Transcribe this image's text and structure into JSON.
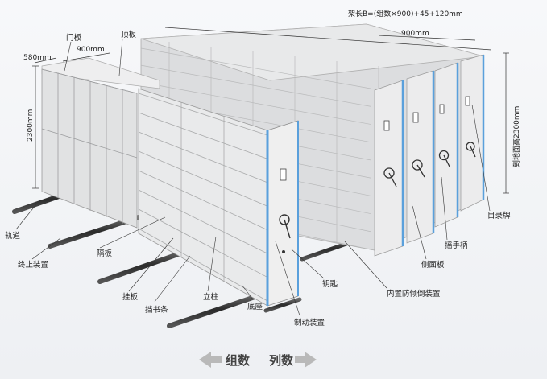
{
  "dimensions": {
    "depth": "580mm",
    "unit_width": "900mm",
    "width_right": "900mm",
    "height_left": "2300mm",
    "formula": "架长B=(组数×900)+45+120mm",
    "height_right": "到地面高2300mm"
  },
  "labels": {
    "door_panel": "门板",
    "top_panel": "顶板",
    "track": "轨道",
    "stop_device": "终止装置",
    "partition": "隔板",
    "hanging_board": "挂板",
    "book_stop": "挡书条",
    "column": "立柱",
    "base": "底座",
    "brake": "制动装置",
    "key": "钥匙",
    "anti_tip": "内置防倾倒装置",
    "side_panel": "侧面板",
    "handle": "摇手柄",
    "catalog_card": "目录牌"
  },
  "footer": {
    "groups": "组数",
    "columns": "列数"
  },
  "colors": {
    "cabinet": "#e4e5e6",
    "shelf": "#d7d8d9",
    "accent_blue": "#5aa0dc",
    "track": "#3a3a3a"
  }
}
